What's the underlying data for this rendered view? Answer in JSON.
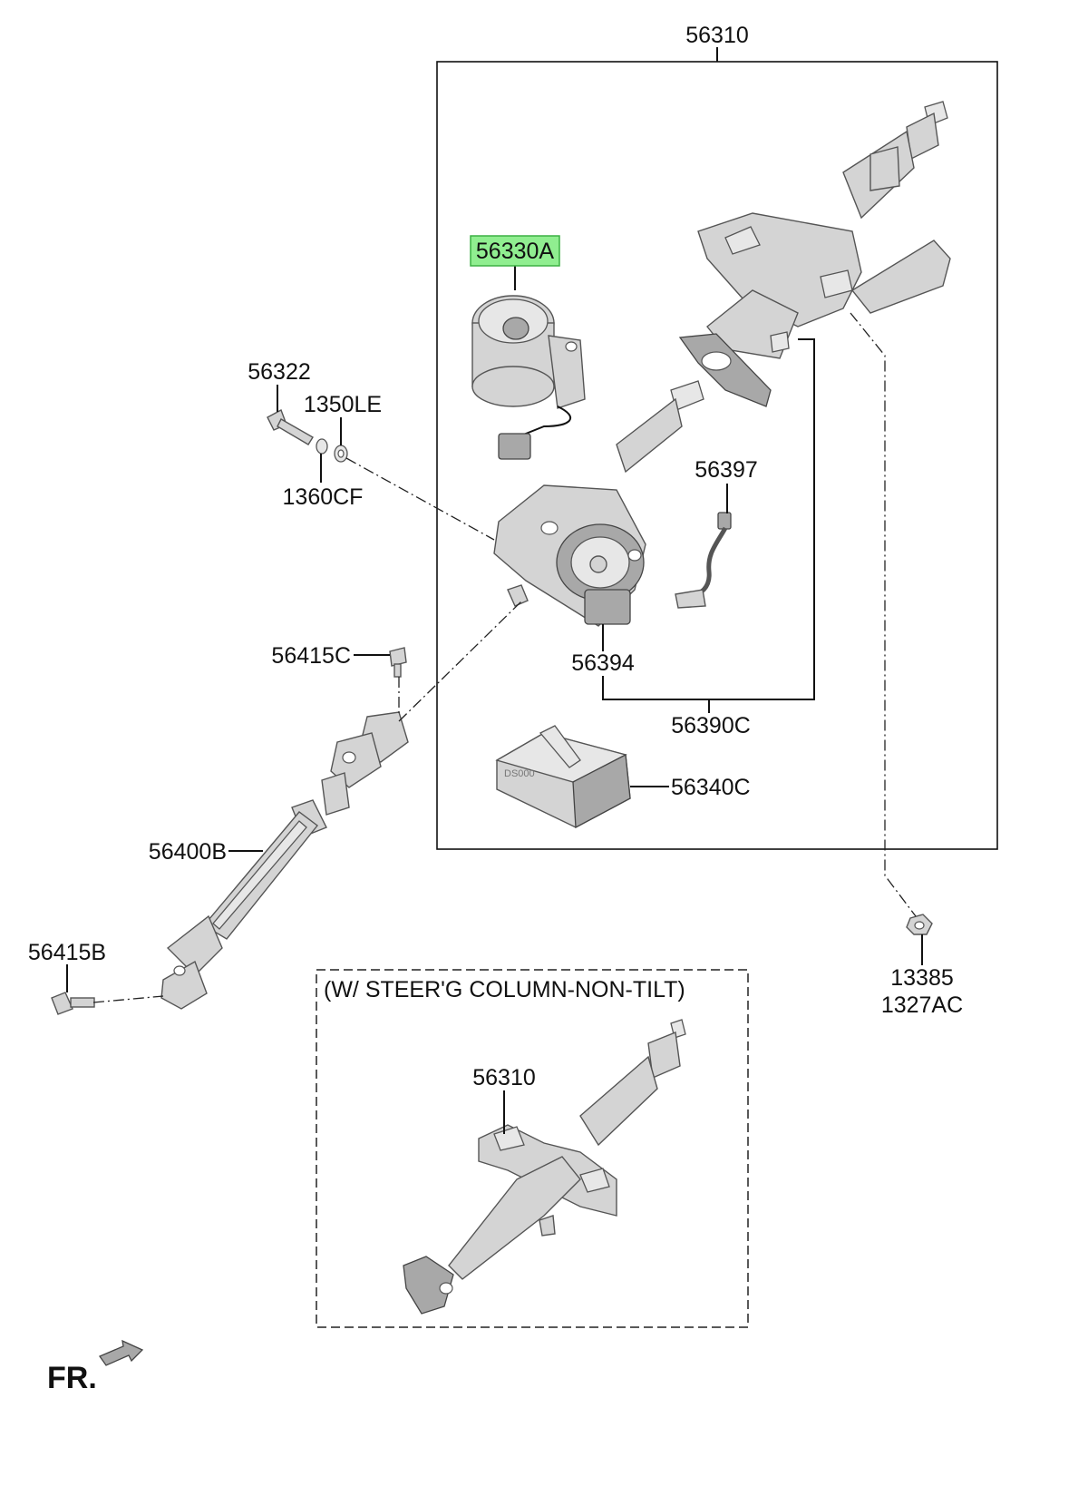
{
  "labels": {
    "p56310_top": "56310",
    "p56330a": "56330A",
    "p56322": "56322",
    "p1350le": "1350LE",
    "p1360cf": "1360CF",
    "p56397": "56397",
    "p56394": "56394",
    "p56390c": "56390C",
    "p56415c": "56415C",
    "p56340c": "56340C",
    "p56400b": "56400B",
    "p56415b": "56415B",
    "p13385": "13385",
    "p1327ac": "1327AC",
    "non_tilt_title": "(W/ STEER'G COLUMN-NON-TILT)",
    "p56310_bottom": "56310",
    "fr": "FR."
  },
  "colors": {
    "highlight": "#90ee90",
    "highlight_border": "#3cb043"
  },
  "highlighted_part": "56330A"
}
